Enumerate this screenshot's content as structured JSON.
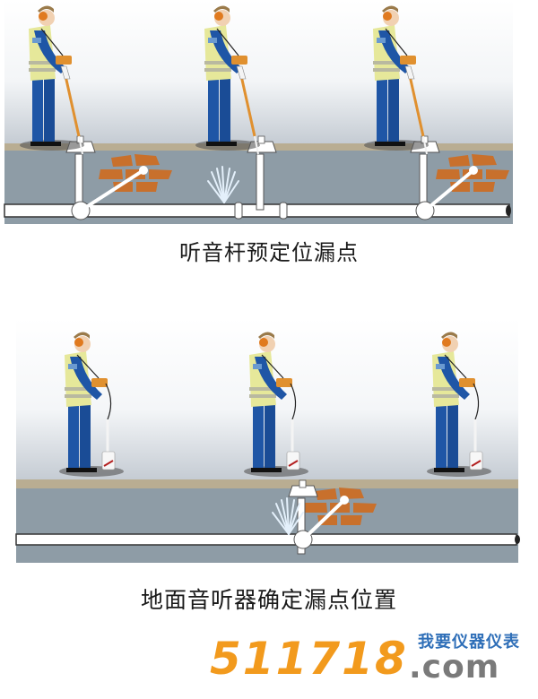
{
  "diagram": {
    "panel_1": {
      "caption": "听音杆预定位漏点",
      "method": "listening-stick",
      "workers": 3,
      "leak_position": "between valve 1 and valve 2"
    },
    "panel_2": {
      "caption": "地面音听器确定漏点位置",
      "method": "ground-microphone",
      "workers": 3,
      "leak_position": "near center valve"
    }
  },
  "colors": {
    "sky_top": "#ffffff",
    "sky_bottom": "#c9d0d8",
    "ground_strip": "#b9ad92",
    "soil": "#8e9ca6",
    "pipe": "#ffffff",
    "pipe_outline": "#333333",
    "brick": "#c8702c",
    "vest": "#e6e89a",
    "uniform": "#1f56a6",
    "headphones": "#e07a1f",
    "listening_stick": "#e0902f",
    "water": "#dbeaf7"
  },
  "logo": {
    "number": "511718",
    "domain": ".com",
    "tagline": "我要仪器仪表",
    "number_color": "#f29a1d",
    "domain_color": "#7a7a7a",
    "tagline_color": "#2f6fb8"
  }
}
